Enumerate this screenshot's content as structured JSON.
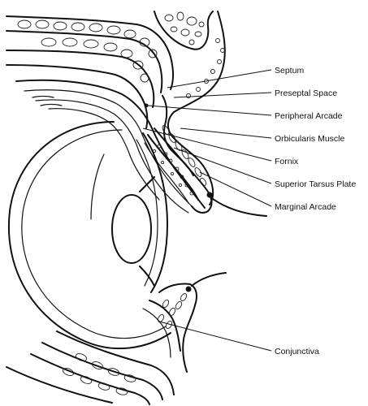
{
  "labels": {
    "septum": "Septum",
    "preseptal_space": "Preseptal Space",
    "peripheral_arcade": "Peripheral Arcade",
    "orbicularis_muscle": "Orbicularis Muscle",
    "fornix": "Fornix",
    "superior_tarsus_plate": "Superior Tarsus Plate",
    "marginal_arcade": "Marginal Arcade",
    "conjunctiva": "Conjunctiva"
  }
}
